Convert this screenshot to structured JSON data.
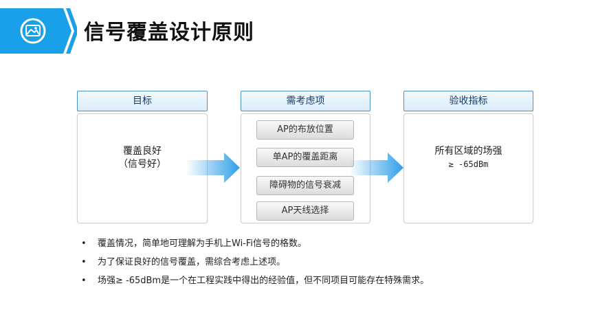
{
  "header": {
    "title": "信号覆盖设计原则",
    "badge_icon": "image-icon",
    "badge_color": "#1aa0e8"
  },
  "columns": [
    {
      "label": "目标"
    },
    {
      "label": "需考虑项"
    },
    {
      "label": "验收指标"
    }
  ],
  "goal": {
    "line1": "覆盖良好",
    "line2": "（信号好）"
  },
  "factors": [
    "AP的布放位置",
    "单AP的覆盖距离",
    "障碍物的信号衰减",
    "AP天线选择"
  ],
  "metric": {
    "line1": "所有区域的场强",
    "line2": "≥ -65dBm"
  },
  "bullets": [
    "覆盖情况，简单地可理解为手机上Wi-Fi信号的格数。",
    "为了保证良好的信号覆盖，需综合考虑上述项。",
    "场强≥ -65dBm是一个在工程实践中得出的经验值，但不同项目可能存在特殊需求。"
  ],
  "bullet_symbol": "•",
  "colors": {
    "accent": "#1aa0e8",
    "header_border": "#4a90c8",
    "arrow": "#2e9ee8"
  }
}
